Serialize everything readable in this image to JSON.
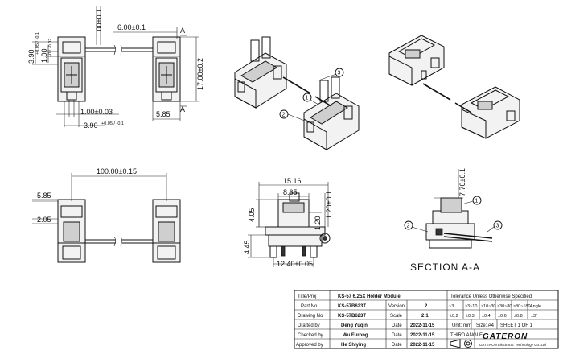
{
  "dims": {
    "d_1_00_top": "1.00±0.1",
    "d_6_00": "6.00±0.1",
    "d_17_00": "17.00±0.2",
    "d_3_90_left": "3.90",
    "d_3_90_left_tol": "+0.05 / -0.1",
    "d_1_00_left": "1.00",
    "d_1_00_left_tol": "+0 / -0.02",
    "d_1_00_003": "1.00±0.03",
    "d_3_90_bot": "3.90",
    "d_3_90_bot_tol": "+0.05 / -0.1",
    "d_5_85_right": "5.85",
    "d_100_00": "100.00±0.15",
    "d_5_85_left": "5.85",
    "d_2_05": "2.05",
    "d_15_16": "15.16",
    "d_8_65": "8.65",
    "d_4_05": "4.05",
    "d_1_20": "1.20",
    "d_1_20_01": "1.20±0.1",
    "d_4_45": "4.45",
    "d_12_40": "12.40±0.05",
    "d_7_70": "7.70±0.1"
  },
  "section_marks": {
    "a1": "A",
    "a2": "A"
  },
  "callouts": {
    "c1": "1",
    "c2": "2",
    "c3": "3"
  },
  "section_label": "SECTION  A-A",
  "title_block": {
    "title_label": "Title/Proj",
    "title_value": "KS-57 6.25X Holder Module",
    "part_label": "Part No",
    "part_value": "KS-57B623T",
    "version_label": "Version",
    "version_value": "2",
    "drawing_label": "Drawing No",
    "drawing_value": "KS-57B623T",
    "scale_label": "Scale",
    "scale_value": "2:1",
    "unit_label": "Unit: mm",
    "size_label": "Size: A4",
    "sheet_label": "SHEET 1 OF 1",
    "drafted_label": "Drafted by",
    "drafted_value": "Deng Yuqin",
    "checked_label": "Checked by",
    "checked_value": "Wu Furong",
    "approved_label": "Approved by",
    "approved_value": "He Shiying",
    "date_label": "Date",
    "date_value": "2022-11-15",
    "third_angle": "THIRD ANGLE",
    "tolerance_title": "Tolerance Unless Otherwise Specified",
    "tol_headers": [
      "~3",
      "≥3~10",
      "≥10~30",
      "≥30~80",
      "≥80~180",
      "Angle"
    ],
    "tol_values": [
      "±0.2",
      "±0.3",
      "±0.4",
      "±0.6",
      "±0.8",
      "±3°"
    ],
    "brand": "GATERON",
    "brand_sub": "GATERON Electronic Technology Co.,Ltd"
  }
}
